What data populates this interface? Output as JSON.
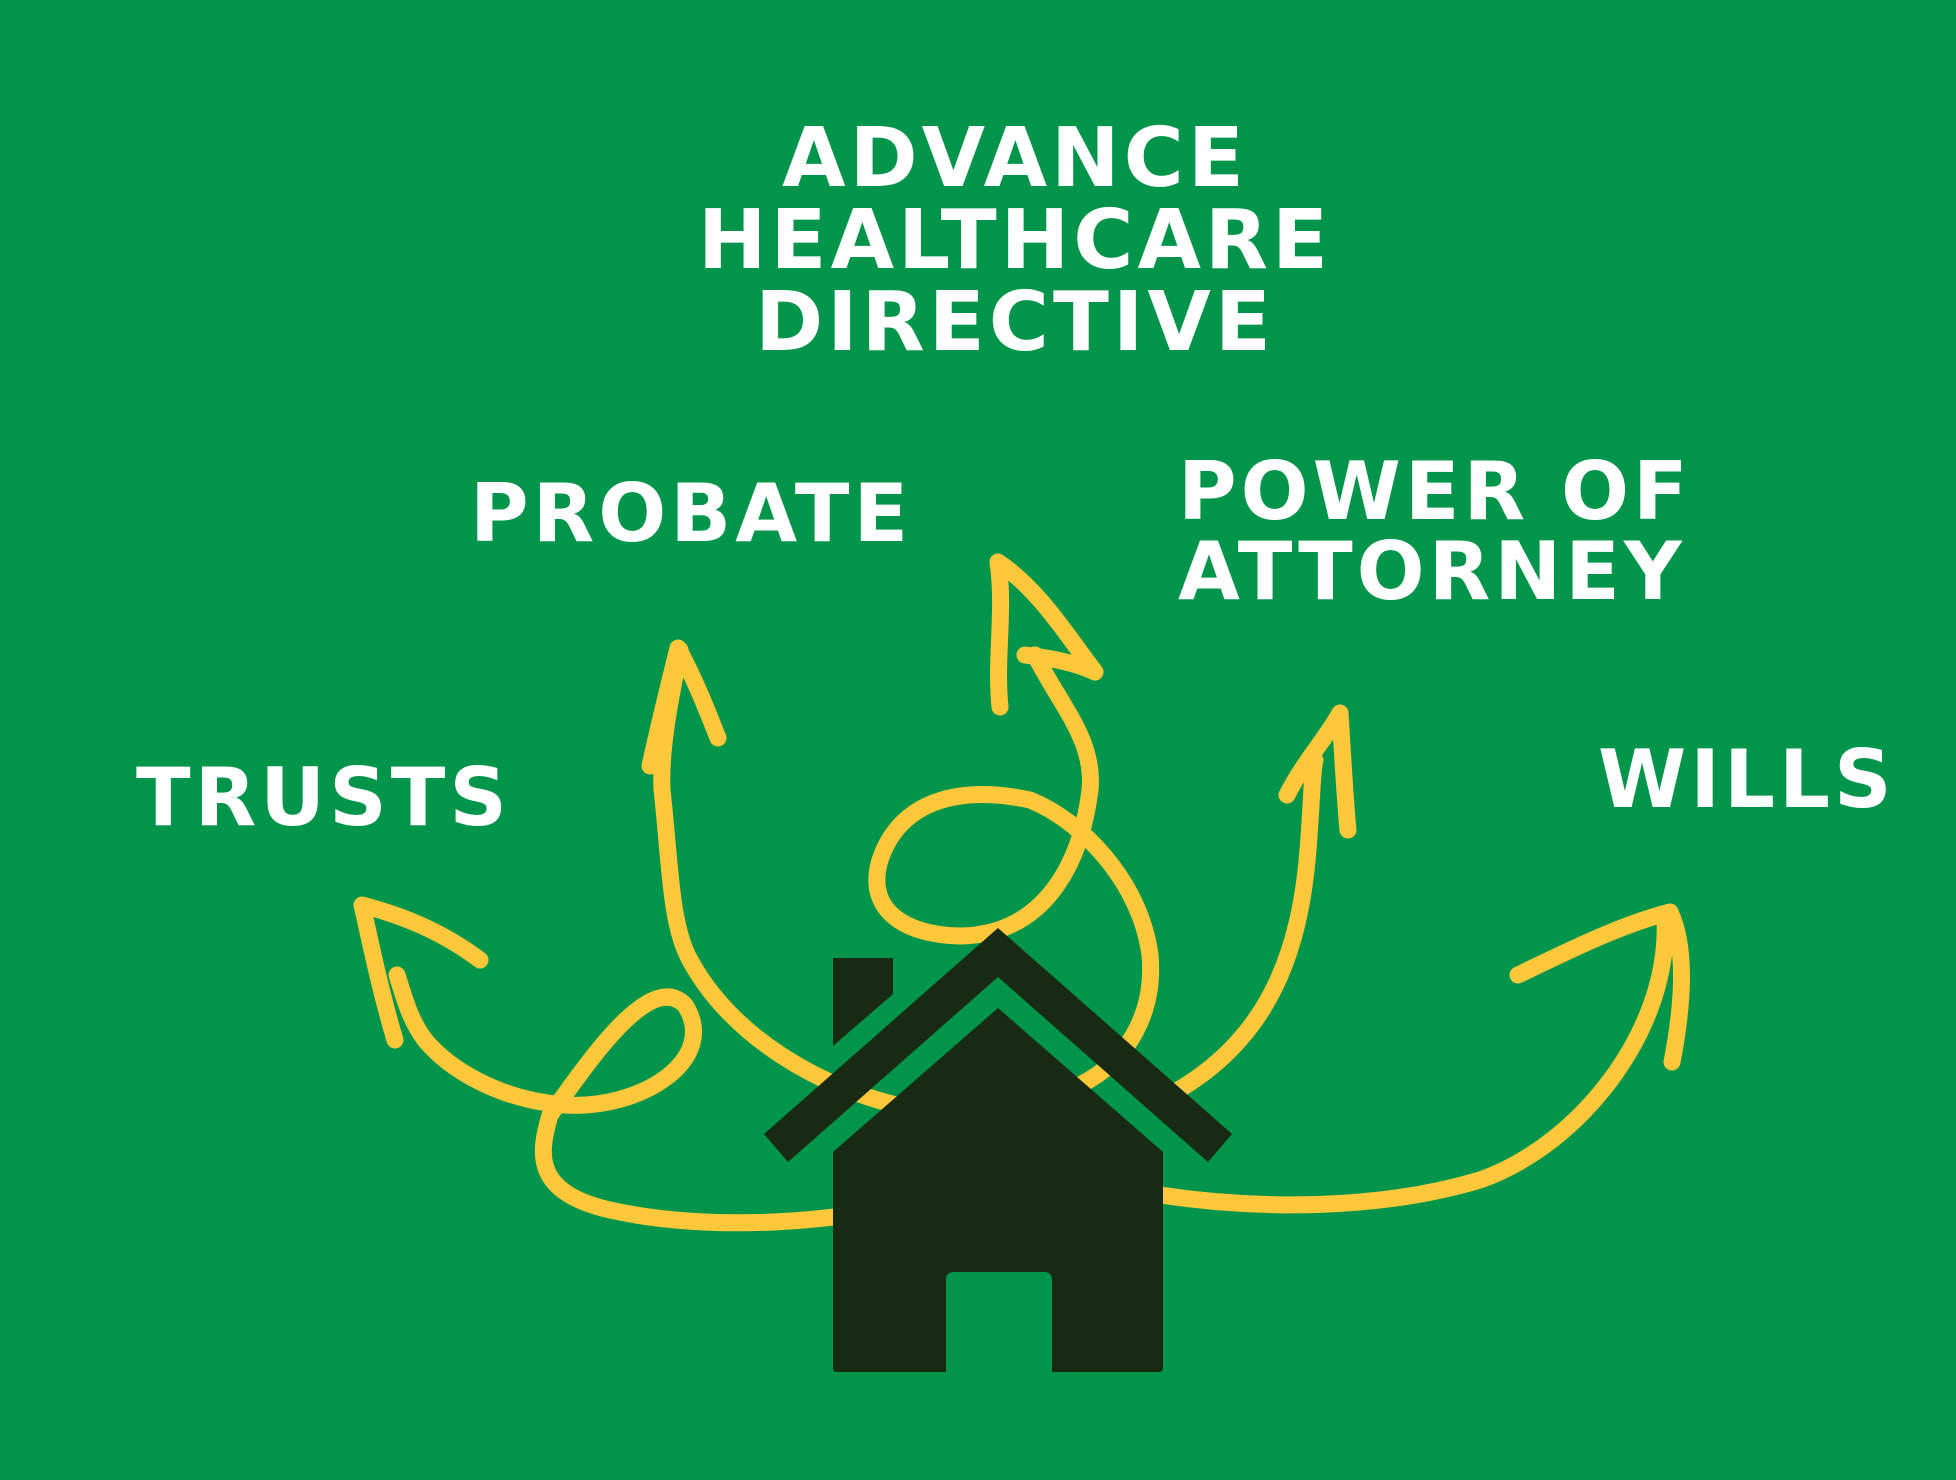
{
  "labels": {
    "advance_healthcare_directive": [
      "ADVANCE",
      "HEALTHCARE",
      "DIRECTIVE"
    ],
    "probate": "PROBATE",
    "power_of_attorney": [
      "POWER OF",
      "ATTORNEY"
    ],
    "trusts": "TRUSTS",
    "wills": "WILLS"
  },
  "colors": {
    "background": "#00954a",
    "arrow": "#ffc73a",
    "house": "#182a14",
    "text": "#ffffff"
  },
  "icons": {
    "center": "house-icon",
    "arrows": [
      "arrow-to-trusts",
      "arrow-to-probate",
      "arrow-to-advance-healthcare-directive",
      "arrow-to-power-of-attorney",
      "arrow-to-wills"
    ]
  }
}
